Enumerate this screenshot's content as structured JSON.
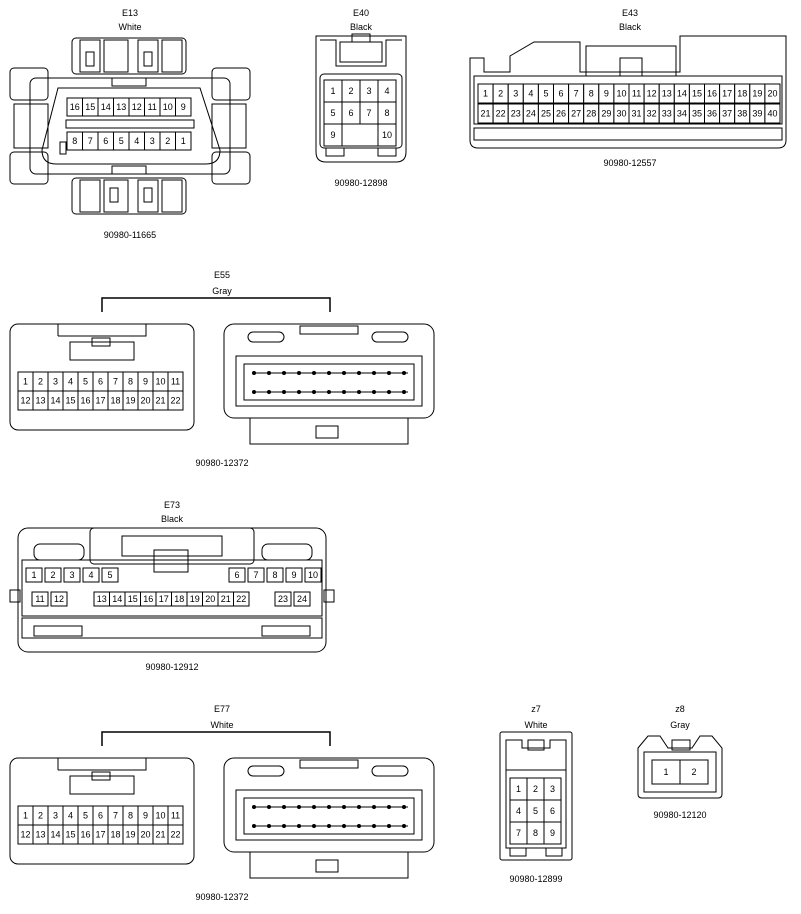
{
  "connectors": {
    "e13": {
      "id": "E13",
      "color": "White",
      "part": "90980-11665",
      "pins_top": [
        "16",
        "15",
        "14",
        "13",
        "12",
        "11",
        "10",
        "9"
      ],
      "pins_bottom": [
        "8",
        "7",
        "6",
        "5",
        "4",
        "3",
        "2",
        "1"
      ]
    },
    "e40": {
      "id": "E40",
      "color": "Black",
      "part": "90980-12898",
      "pins": [
        "1",
        "2",
        "3",
        "4",
        "5",
        "6",
        "7",
        "8",
        "9",
        "10"
      ]
    },
    "e43": {
      "id": "E43",
      "color": "Black",
      "part": "90980-12557",
      "pins_top": [
        "1",
        "2",
        "3",
        "4",
        "5",
        "6",
        "7",
        "8",
        "9",
        "10",
        "11",
        "12",
        "13",
        "14",
        "15",
        "16",
        "17",
        "18",
        "19",
        "20"
      ],
      "pins_bottom": [
        "21",
        "22",
        "23",
        "24",
        "25",
        "26",
        "27",
        "28",
        "29",
        "30",
        "31",
        "32",
        "33",
        "34",
        "35",
        "36",
        "37",
        "38",
        "39",
        "40"
      ]
    },
    "e55": {
      "id": "E55",
      "color": "Gray",
      "part": "90980-12372",
      "pins_top": [
        "1",
        "2",
        "3",
        "4",
        "5",
        "6",
        "7",
        "8",
        "9",
        "10",
        "11"
      ],
      "pins_bottom": [
        "12",
        "13",
        "14",
        "15",
        "16",
        "17",
        "18",
        "19",
        "20",
        "21",
        "22"
      ]
    },
    "e73": {
      "id": "E73",
      "color": "Black",
      "part": "90980-12912",
      "row1_left": [
        "1",
        "2",
        "3",
        "4",
        "5"
      ],
      "row1_right": [
        "6",
        "7",
        "8",
        "9",
        "10"
      ],
      "row2_left": [
        "11",
        "12"
      ],
      "row2_mid": [
        "13",
        "14",
        "15",
        "16",
        "17",
        "18",
        "19",
        "20",
        "21",
        "22"
      ],
      "row2_right": [
        "23",
        "24"
      ]
    },
    "e77": {
      "id": "E77",
      "color": "White",
      "part": "90980-12372",
      "pins_top": [
        "1",
        "2",
        "3",
        "4",
        "5",
        "6",
        "7",
        "8",
        "9",
        "10",
        "11"
      ],
      "pins_bottom": [
        "12",
        "13",
        "14",
        "15",
        "16",
        "17",
        "18",
        "19",
        "20",
        "21",
        "22"
      ]
    },
    "z7": {
      "id": "z7",
      "color": "White",
      "part": "90980-12899",
      "pins": [
        "1",
        "2",
        "3",
        "4",
        "5",
        "6",
        "7",
        "8",
        "9"
      ]
    },
    "z8": {
      "id": "z8",
      "color": "Gray",
      "part": "90980-12120",
      "pins": [
        "1",
        "2"
      ]
    }
  }
}
